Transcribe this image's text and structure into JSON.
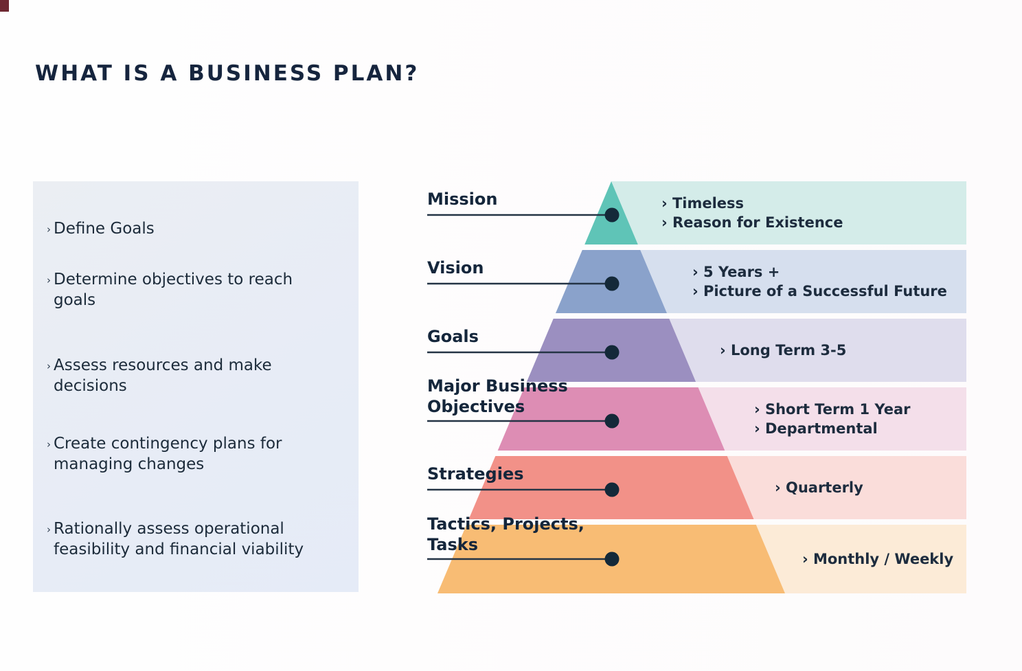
{
  "title": "WHAT IS A BUSINESS PLAN?",
  "colors": {
    "text_dark": "#1B2A3C",
    "title": "#16253E",
    "line": "#243445",
    "dot": "#142939",
    "panel_background": "#E8EDF5",
    "corner_mark": "#6E2832"
  },
  "panel": {
    "bullet_char": "›",
    "items": [
      "Define Goals",
      "Determine objectives to reach goals",
      "Assess resources and make decisions",
      "Create contingency plans for managing changes",
      "Rationally assess operational feasibility and financial viability"
    ]
  },
  "pyramid": {
    "levels": [
      {
        "label": "Mission",
        "segment_color": "#5FC4B7",
        "band_color": "#D4ECE9",
        "items": [
          "› Timeless",
          "› Reason for Existence"
        ]
      },
      {
        "label": "Vision",
        "segment_color": "#8AA2CB",
        "band_color": "#D6DFEE",
        "items": [
          "› 5 Years +",
          "› Picture of a Successful Future"
        ]
      },
      {
        "label": "Goals",
        "segment_color": "#9B8FC0",
        "band_color": "#DFDDED",
        "items": [
          "› Long Term 3-5"
        ]
      },
      {
        "label": "Major Business Objectives",
        "segment_color": "#DD8DB4",
        "band_color": "#F4DFEA",
        "items": [
          "› Short Term 1 Year",
          "› Departmental"
        ]
      },
      {
        "label": "Strategies",
        "segment_color": "#F29188",
        "band_color": "#FADDDA",
        "items": [
          "› Quarterly"
        ]
      },
      {
        "label": "Tactics, Projects, Tasks",
        "segment_color": "#F8BC74",
        "band_color": "#FCEBD7",
        "items": [
          "› Monthly / Weekly"
        ]
      }
    ]
  }
}
